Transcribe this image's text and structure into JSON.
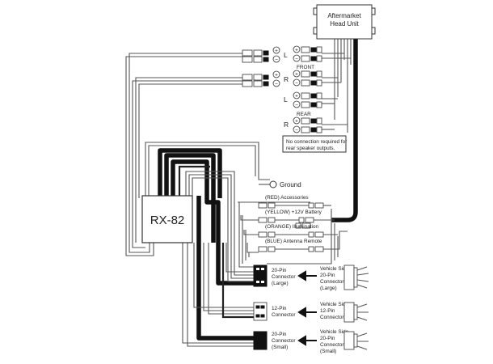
{
  "head_unit": {
    "line1": "Aftermarket",
    "line2": "Head Unit"
  },
  "speakers": {
    "front_label": "FRONT",
    "rear_label": "REAR",
    "left": "L",
    "right": "R",
    "plus": "+",
    "minus": "−",
    "note_line1": "No connection required for",
    "note_line2": "rear speaker outputs."
  },
  "module": {
    "label": "RX-82"
  },
  "ground": {
    "label": "Ground"
  },
  "power_wires": [
    {
      "label": "(RED) Accessories"
    },
    {
      "label": "(YELLOW) +12V Battery"
    },
    {
      "label": "(ORANGE) Illumination"
    },
    {
      "label": "(BLUE) Antenna Remote"
    }
  ],
  "connectors": [
    {
      "l1": "20-Pin",
      "l2": "Connector",
      "l3": "(Large)",
      "v1": "Vehicle Side",
      "v2": "20-Pin",
      "v3": "Connector",
      "v4": "(Large)"
    },
    {
      "l1": "12-Pin",
      "l2": "Connector",
      "v1": "Vehicle Side",
      "v2": "12-Pin",
      "v3": "Connector"
    },
    {
      "l1": "20-Pin",
      "l2": "Connector",
      "l3": "(Small)",
      "v1": "Vehicle Side",
      "v2": "20-Pin",
      "v3": "Connector",
      "v4": "(Small)"
    }
  ]
}
